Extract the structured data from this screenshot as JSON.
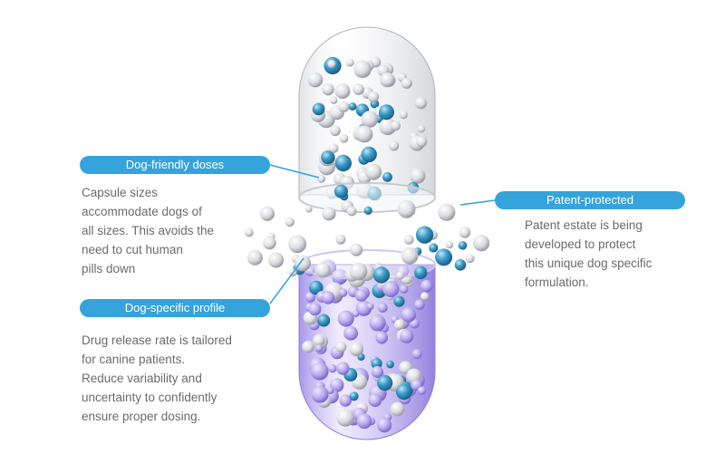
{
  "features": [
    {
      "title": "Dog-friendly doses",
      "lines": [
        "Capsule sizes",
        "accommodate dogs of",
        "all sizes. This avoids the",
        "need to cut human",
        "pills down"
      ]
    },
    {
      "title": "Patent-protected",
      "lines": [
        "Patent estate is being",
        "developed to protect",
        "this unique dog specific",
        "formulation."
      ]
    },
    {
      "title": "Dog-specific profile",
      "lines": [
        "Drug release rate is tailored",
        "for canine patients.",
        "Reduce variability and",
        "uncertainty to confidently",
        "ensure proper dosing."
      ]
    }
  ],
  "colors": {
    "accent": "#35a3dc",
    "text": "#6b6b6b",
    "capsule_bottom": "#8a73e0"
  }
}
